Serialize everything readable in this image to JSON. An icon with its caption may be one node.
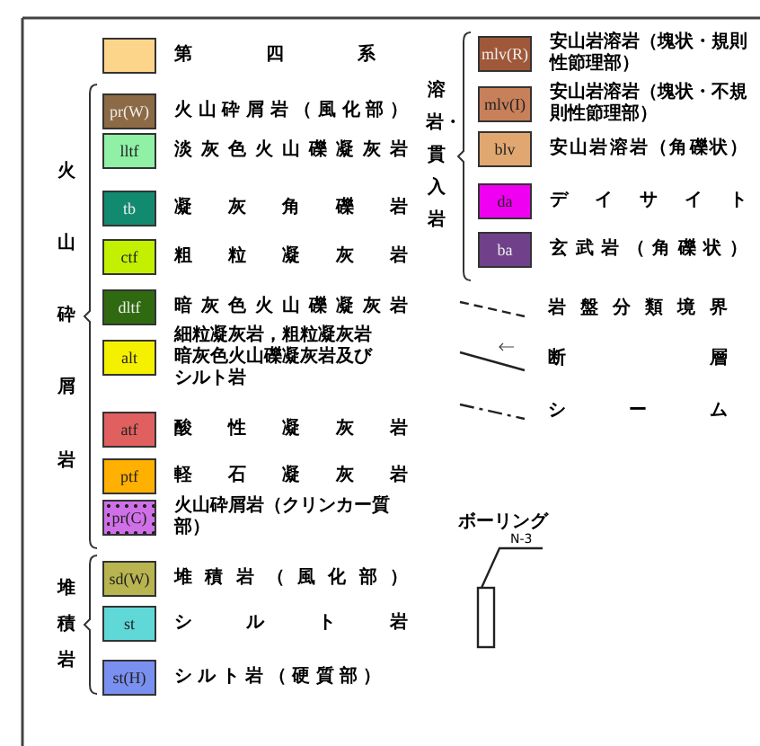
{
  "diagram": {
    "legend": [
      {
        "text": "第四系",
        "color": "#fdd58a"
      },
      {
        "text": "火山砕屑岩（風化部）",
        "color": "#8b6a45"
      },
      {
        "text": "淡灰色火山礫凝灰岩",
        "color": "#8ff0a6"
      },
      {
        "text": "凝灰角礫岩",
        "color": "#128a70"
      },
      {
        "text": "粗粒凝灰岩",
        "color": "#c2f000"
      },
      {
        "text": "暗灰色火山礫凝灰岩",
        "color": "#2f6a10"
      },
      {
        "text": "細粒凝灰岩，粗粒凝灰岩暗灰色火山礫凝灰岩及びシルト岩",
        "color": "#f5f000"
      },
      {
        "text": "酸性凝灰岩",
        "color": "#e06060"
      },
      {
        "text": "軽石凝灰岩",
        "color": "#ffb000"
      },
      {
        "text": "火山砕屑岩（クリンカー質部）",
        "color": "#d070e8"
      },
      {
        "text": "堆積岩（風化部）",
        "color": "#b8b450"
      },
      {
        "text": "シルト岩",
        "color": "#60d8d8"
      },
      {
        "text": "シルト岩（硬質部）",
        "color": "#7a90f0"
      },
      {
        "text": "安山岩溶岩（塊状・規則性節理部）",
        "color": "#a0583a"
      },
      {
        "text": "安山岩溶岩（塊状・不規則性節理部）",
        "color": "#c8805a"
      },
      {
        "text": "安山岩溶岩（角礫状）",
        "color": "#e0a870"
      },
      {
        "text": "デイサイト",
        "color": "#f000f0"
      },
      {
        "text": "玄武岩（角礫状）",
        "color": "#70408a"
      },
      {
        "text": "岩盤分類境界"
      },
      {
        "text": "断層"
      },
      {
        "text": "シーム"
      }
    ],
    "labels": [
      "pr(W)",
      "lltf",
      "tb",
      "ctf",
      "dltf",
      "alt",
      "atf",
      "ptf",
      "pr(C)",
      "sd(W)",
      "st",
      "st(H)",
      "mlv(R)",
      "mlv(I)",
      "blv",
      "da",
      "ba",
      "火山砕屑岩",
      "堆積岩",
      "溶岩・貫入岩",
      "ボーリング",
      "N-3"
    ]
  }
}
